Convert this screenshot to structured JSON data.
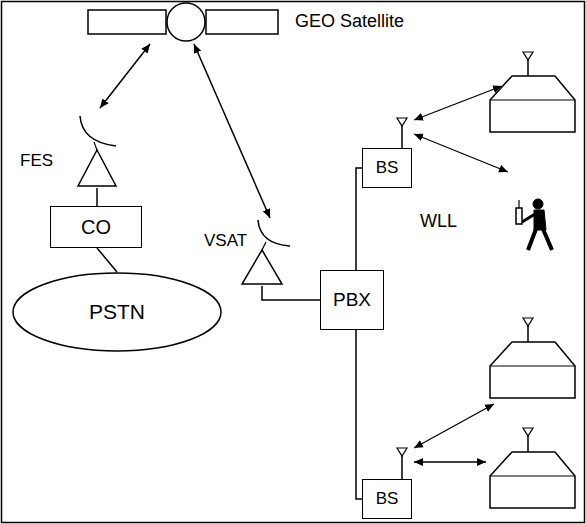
{
  "diagram": {
    "nodes": [
      {
        "text": [
          "GEO Satellite"
        ]
      },
      {
        "text": [
          "FES"
        ]
      },
      {
        "text": [
          "CO"
        ]
      },
      {
        "text": [
          "PSTN"
        ]
      },
      {
        "text": [
          "VSAT"
        ]
      },
      {
        "text": [
          "PBX"
        ]
      },
      {
        "text": [
          "BS"
        ]
      },
      {
        "text": [
          "BS"
        ]
      }
    ],
    "edges": [
      {
        "from": 0,
        "to": 1,
        "arrow": "both"
      },
      {
        "from": 0,
        "to": 4,
        "arrow": "both"
      },
      {
        "from": 1,
        "to": 2,
        "arrow": "none"
      },
      {
        "from": 2,
        "to": 3,
        "arrow": "none"
      },
      {
        "from": 4,
        "to": 5,
        "arrow": "none"
      },
      {
        "from": 5,
        "to": 6,
        "arrow": "none"
      },
      {
        "from": 5,
        "to": 7,
        "arrow": "none"
      }
    ],
    "labels": [
      "WLL"
    ]
  }
}
